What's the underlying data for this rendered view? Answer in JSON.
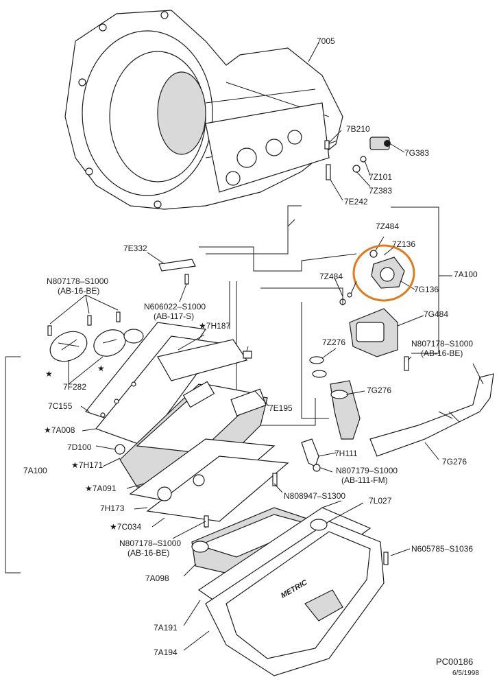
{
  "drawing": {
    "id": "PC00186",
    "date": "6/5/1998"
  },
  "highlight_color": "#e07a1a",
  "callouts": {
    "c7005": "7005",
    "c7B210": "7B210",
    "c7G383": "7G383",
    "c7Z101": "7Z101",
    "c7Z383": "7Z383",
    "c7E242": "7E242",
    "c7Z484a": "7Z484",
    "c7Z136": "7Z136",
    "c7A100r": "7A100",
    "c7Z484b": "7Z484",
    "c7G136": "7G136",
    "c7G484": "7G484",
    "c7Z276": "7Z276",
    "cN807178r": "N807178–S1000",
    "cAB16BEr": "(AB-16-BE)",
    "c7G276a": "7G276",
    "c7G276b": "7G276",
    "c7E332": "7E332",
    "cN807178l": "N807178–S1000",
    "cAB16BEl": "(AB-16-BE)",
    "cN606022": "N606022–S1000",
    "cAB117S": "(AB-117-S)",
    "c7H187": "7H187",
    "c7F282": "7F282",
    "c7C155": "7C155",
    "c7A008": "7A008",
    "c7D100": "7D100",
    "c7A100l": "7A100",
    "c7H171": "7H171",
    "c7E195": "7E195",
    "c7H111": "7H111",
    "cN807179": "N807179–S1000",
    "cAB111FM": "(AB-111-FM)",
    "c7A091": "7A091",
    "cN808947": "N808947–S1300",
    "c7H173": "7H173",
    "c7L027": "7L027",
    "c7C034": "7C034",
    "cN807178b": "N807178–S1000",
    "cAB16BEb": "(AB-16-BE)",
    "cN605785": "N605785–S1036",
    "c7A098": "7A098",
    "c7A191": "7A191",
    "c7A194": "7A194"
  },
  "pan_logo_text": "METRIC",
  "star_glyph": "★"
}
